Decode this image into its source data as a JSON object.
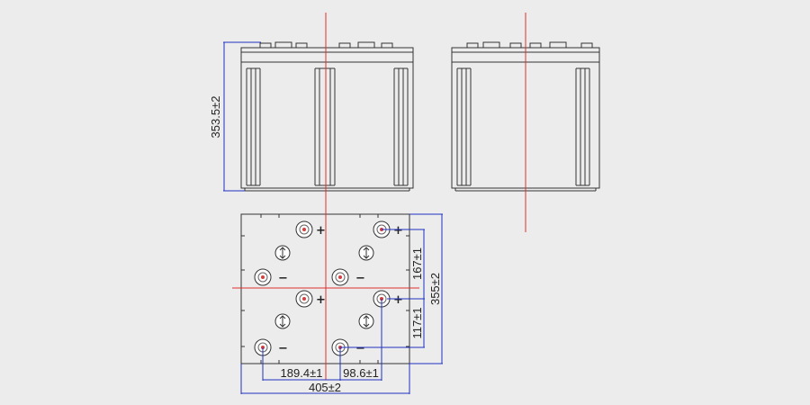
{
  "drawing": {
    "dimensions": {
      "height_front": "353.5±2",
      "pole_spacing_upper": "167±1",
      "pole_spacing_lower": "117±1",
      "depth_total": "355±2",
      "pole_spacing_x1": "189.4±1",
      "pole_spacing_x2": "98.6±1",
      "width_total": "405±2"
    },
    "symbols": {
      "positive": "+",
      "negative": "−"
    },
    "colors": {
      "background": "#ececec",
      "outline": "#333333",
      "centerline": "#e03030",
      "dimension": "#2030c0",
      "terminal": "#d04040"
    }
  }
}
